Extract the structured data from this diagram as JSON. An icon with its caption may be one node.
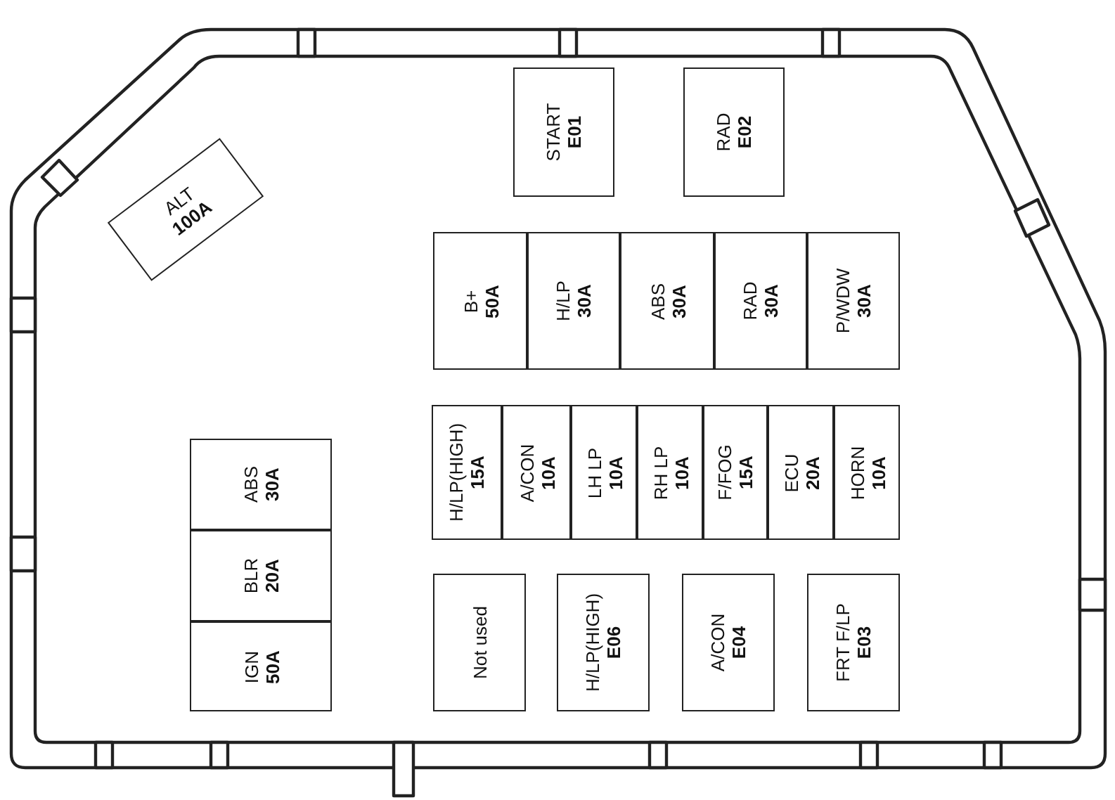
{
  "diagram": {
    "nodes": [
      {
        "text": [
          "ALT",
          "100A"
        ]
      },
      {
        "text": [
          "START",
          "E01"
        ]
      },
      {
        "text": [
          "RAD",
          "E02"
        ]
      },
      {
        "text": [
          "B+",
          "50A"
        ]
      },
      {
        "text": [
          "H/LP",
          "30A"
        ]
      },
      {
        "text": [
          "ABS",
          "30A"
        ]
      },
      {
        "text": [
          "RAD",
          "30A"
        ]
      },
      {
        "text": [
          "P/WDW",
          "30A"
        ]
      },
      {
        "text": [
          "H/LP(HIGH)",
          "15A"
        ]
      },
      {
        "text": [
          "A/CON",
          "10A"
        ]
      },
      {
        "text": [
          "LH LP",
          "10A"
        ]
      },
      {
        "text": [
          "RH LP",
          "10A"
        ]
      },
      {
        "text": [
          "F/FOG",
          "15A"
        ]
      },
      {
        "text": [
          "ECU",
          "20A"
        ]
      },
      {
        "text": [
          "HORN",
          "10A"
        ]
      },
      {
        "text": [
          "ABS",
          "30A"
        ]
      },
      {
        "text": [
          "BLR",
          "20A"
        ]
      },
      {
        "text": [
          "IGN",
          "50A"
        ]
      },
      {
        "text": [
          "Not used"
        ]
      },
      {
        "text": [
          "H/LP(HIGH)",
          "E06"
        ]
      },
      {
        "text": [
          "A/CON",
          "E04"
        ]
      },
      {
        "text": [
          "FRT F/LP",
          "E03"
        ]
      }
    ]
  }
}
